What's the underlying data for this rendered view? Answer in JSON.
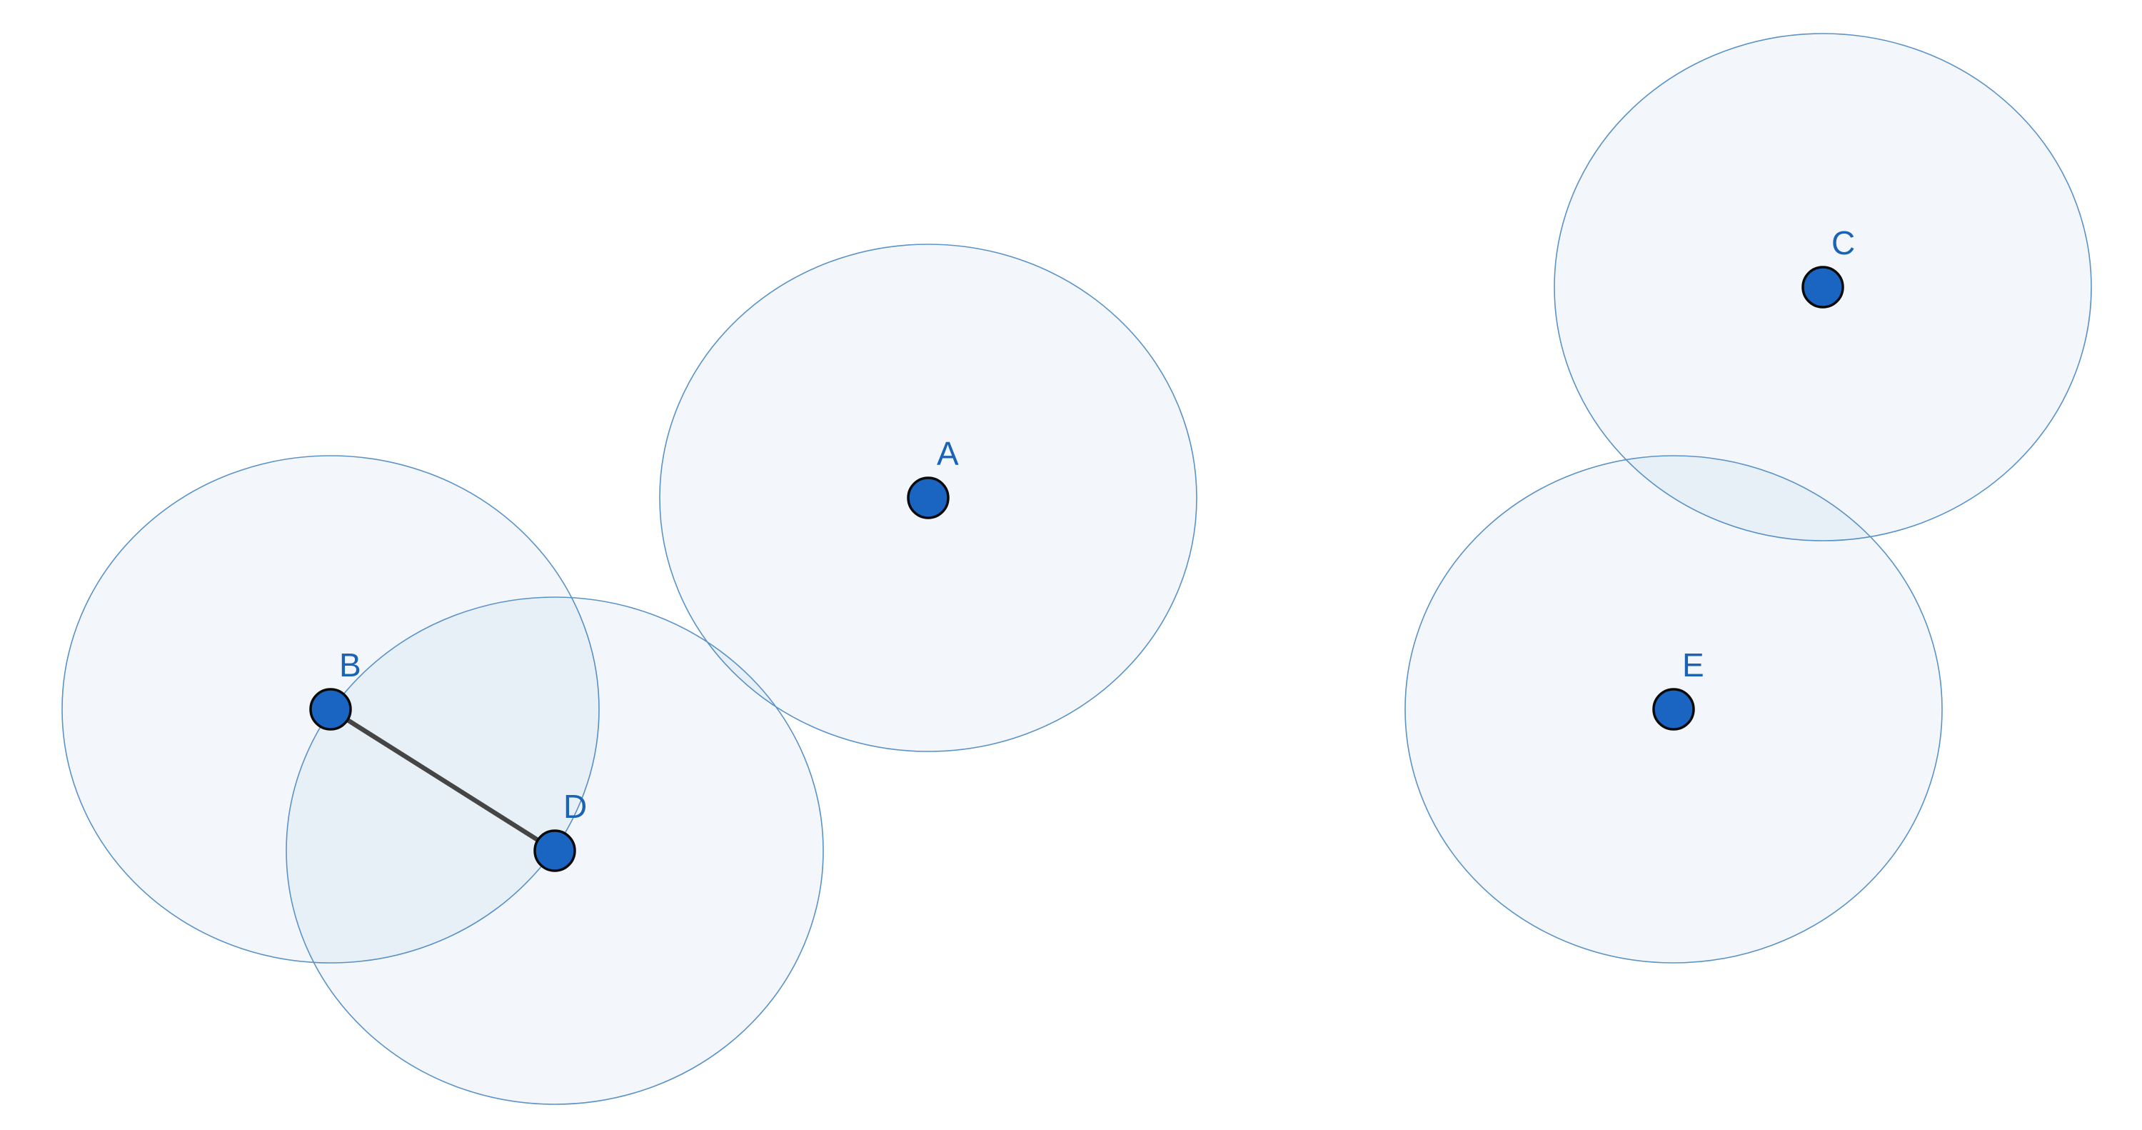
{
  "diagram": {
    "colors": {
      "node_fill": "#1a64c2",
      "node_stroke": "#0a0a0a",
      "label": "#1b63b4",
      "range_stroke": "#5b93c7",
      "range_fill": "#f2f6fb",
      "edge": "#454545"
    },
    "nodes": [
      {
        "id": "A",
        "label": "A"
      },
      {
        "id": "B",
        "label": "B"
      },
      {
        "id": "C",
        "label": "C"
      },
      {
        "id": "D",
        "label": "D"
      },
      {
        "id": "E",
        "label": "E"
      }
    ],
    "edges": [
      {
        "from": "B",
        "to": "D"
      }
    ]
  }
}
